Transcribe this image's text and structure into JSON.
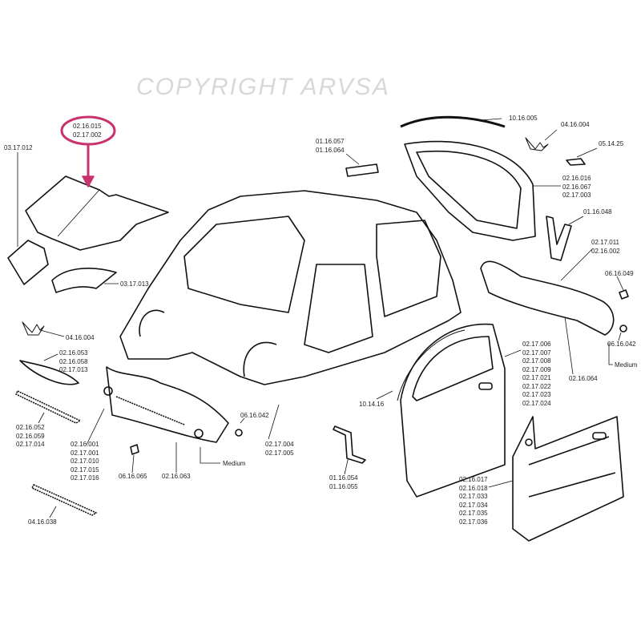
{
  "highlight": {
    "codes": [
      "02.16.015",
      "02.17.002"
    ],
    "color": "#c8326e"
  },
  "watermark": "COPYRIGHT ARVSA",
  "labels": {
    "hood_side": "03.17.012",
    "hood_cover": "03.17.013",
    "emblem_left": "04.16.004",
    "grille_upper": [
      "02.16.053",
      "02.16.058",
      "02.17.013"
    ],
    "grille_lower": [
      "02.16.052",
      "02.16.059",
      "02.17.014"
    ],
    "front_bumper": [
      "02.16.001",
      "02.17.001",
      "02.17.010",
      "02.17.015",
      "02.17.016"
    ],
    "screw_front": "06.16.065",
    "bumper_lower": "02.16.063",
    "medium_front": "Medium",
    "clip_front": "06.16.042",
    "sill": [
      "02.17.004",
      "02.17.005"
    ],
    "grille_mesh": "04.16.038",
    "roof_bracket": [
      "01.16.057",
      "01.16.064"
    ],
    "tailgate_seal": "10.16.005",
    "emblem_rear": "04.16.004",
    "rear_pad": "05.14.25",
    "tailgate": [
      "02.16.016",
      "02.16.067",
      "02.17.003"
    ],
    "rear_bracket": "01.16.048",
    "rear_bumper": [
      "02.17.011",
      "02.16.002"
    ],
    "screw_rear": "06.16.049",
    "clip_rear": "06.16.042",
    "medium_rear": "Medium",
    "rear_bumper_lower": "02.16.064",
    "door_rear_view": [
      "02.17.006",
      "02.17.007",
      "02.17.008",
      "02.17.009",
      "02.17.021",
      "02.17.022",
      "02.17.023",
      "02.17.024"
    ],
    "door_seal": "10.14.16",
    "door_bracket": [
      "01.16.054",
      "01.16.055"
    ],
    "door_front_view": [
      "02.16.017",
      "02.16.018",
      "02.17.033",
      "02.17.034",
      "02.17.035",
      "02.17.036"
    ]
  }
}
